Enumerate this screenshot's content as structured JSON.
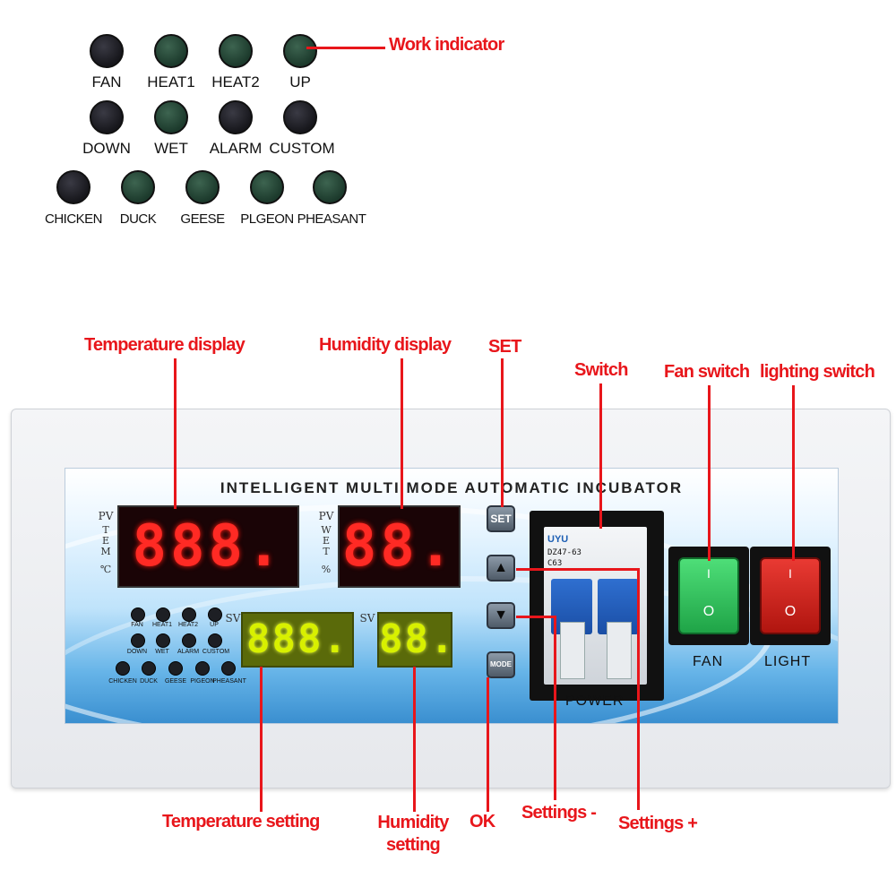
{
  "indicators": {
    "row1": [
      {
        "label": "FAN",
        "color": "dark"
      },
      {
        "label": "HEAT1",
        "color": "green"
      },
      {
        "label": "HEAT2",
        "color": "green"
      },
      {
        "label": "UP",
        "color": "green"
      }
    ],
    "row2": [
      {
        "label": "DOWN",
        "color": "dark"
      },
      {
        "label": "WET",
        "color": "green"
      },
      {
        "label": "ALARM",
        "color": "dark"
      },
      {
        "label": "CUSTOM",
        "color": "dark"
      }
    ],
    "row3": [
      {
        "label": "CHICKEN",
        "color": "dark"
      },
      {
        "label": "DUCK",
        "color": "green"
      },
      {
        "label": "GEESE",
        "color": "green"
      },
      {
        "label": "PLGEON",
        "color": "green"
      },
      {
        "label": "PHEASANT",
        "color": "green"
      }
    ]
  },
  "callouts": {
    "work_indicator": "Work indicator",
    "temperature_display": "Temperature display",
    "humidity_display": "Humidity display",
    "set": "SET",
    "switch": "Switch",
    "fan_switch": "Fan switch",
    "lighting_switch": "lighting switch",
    "temperature_setting": "Temperature setting",
    "humidity_setting_1": "Humidity",
    "humidity_setting_2": "setting",
    "ok": "OK",
    "settings_minus": "Settings -",
    "settings_plus": "Settings +"
  },
  "panel": {
    "title": "INTELLIGENT MULTI MODE AUTOMATIC INCUBATOR",
    "pv": "PV",
    "sv": "SV",
    "tem_letters": [
      "T",
      "E",
      "M",
      "℃"
    ],
    "wet_letters": [
      "W",
      "E",
      "T",
      "%"
    ],
    "temp_display": "888.",
    "hum_display": "88.",
    "temp_set_display": "888.",
    "hum_set_display": "88.",
    "buttons": {
      "set": "SET",
      "up": "▲",
      "down": "▼",
      "mode": "MODE"
    },
    "breaker": {
      "brand": "UYU",
      "model": "DZ47-63",
      "rating": "C63"
    },
    "power": "POWER",
    "fan": "FAN",
    "light": "LIGHT",
    "rocker_on": "I",
    "rocker_off": "O",
    "mini_row1": [
      "FAN",
      "HEAT1",
      "HEAT2",
      "UP"
    ],
    "mini_row2": [
      "DOWN",
      "WET",
      "ALARM",
      "CUSTOM"
    ],
    "mini_row3": [
      "CHICKEN",
      "DUCK",
      "GEESE",
      "PIGEON",
      "PHEASANT"
    ]
  },
  "colors": {
    "callout": "#e8161b",
    "led_green": "#1c3a2c",
    "led_dark": "#17171c",
    "fan_rocker": "#2fc25a",
    "light_rocker": "#d61e1e"
  }
}
